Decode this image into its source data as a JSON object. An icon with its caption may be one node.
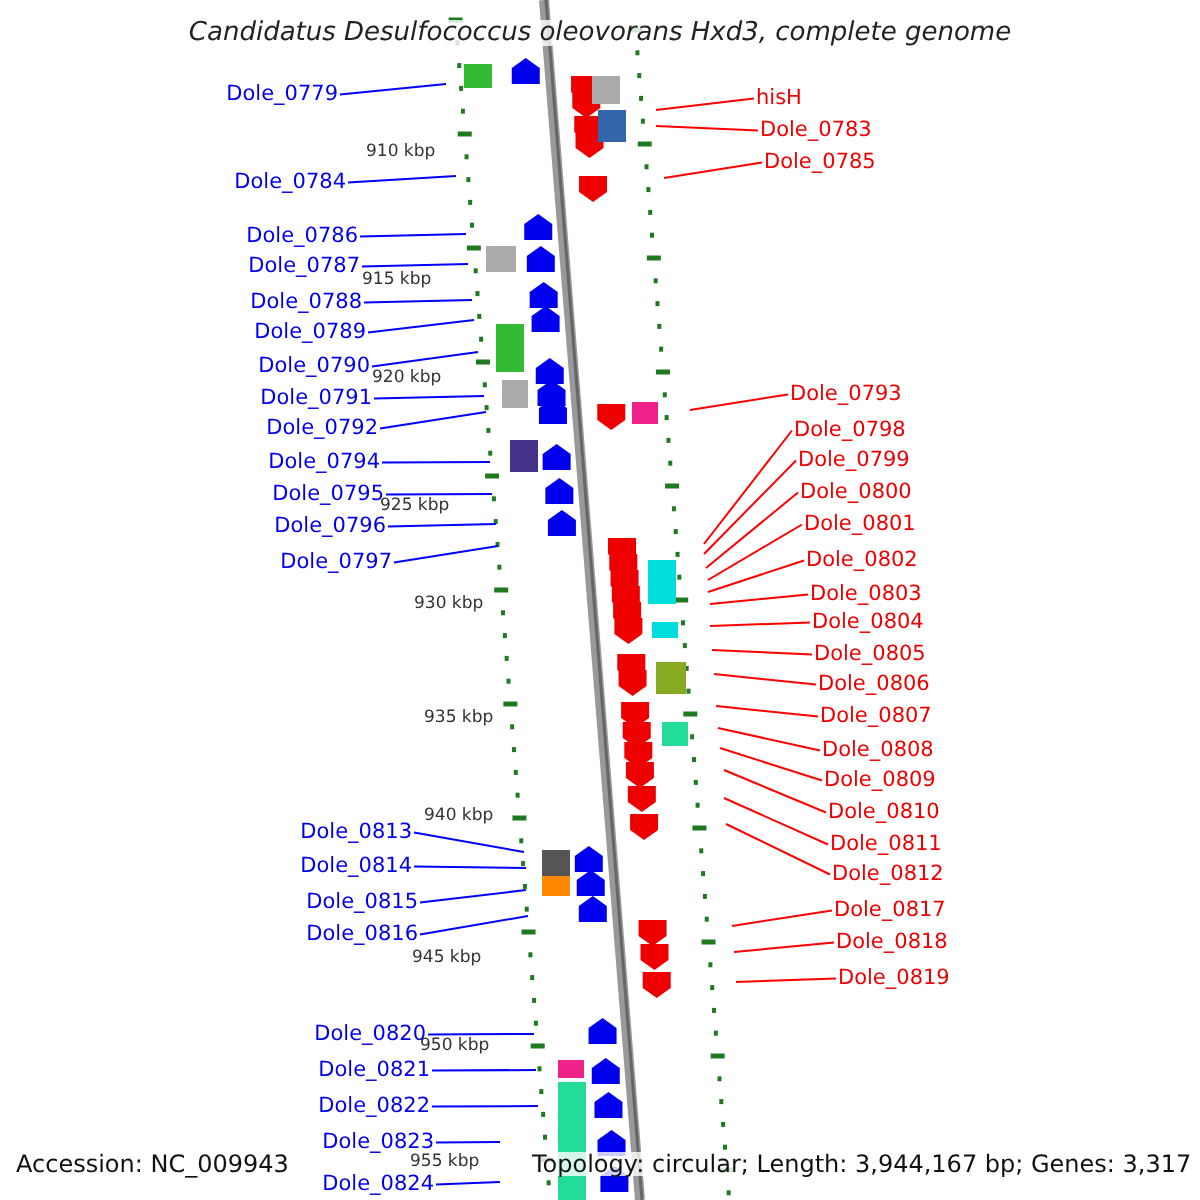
{
  "diagram": {
    "title": "Candidatus Desulfococcus oleovorans Hxd3, complete genome",
    "nodes": [
      {
        "text": [
          "Dole_0779"
        ]
      },
      {
        "text": [
          "Dole_0784"
        ]
      },
      {
        "text": [
          "Dole_0786"
        ]
      },
      {
        "text": [
          "Dole_0787"
        ]
      },
      {
        "text": [
          "Dole_0788"
        ]
      },
      {
        "text": [
          "Dole_0789"
        ]
      },
      {
        "text": [
          "Dole_0790"
        ]
      },
      {
        "text": [
          "Dole_0791"
        ]
      },
      {
        "text": [
          "Dole_0792"
        ]
      },
      {
        "text": [
          "Dole_0794"
        ]
      },
      {
        "text": [
          "Dole_0795"
        ]
      },
      {
        "text": [
          "Dole_0796"
        ]
      },
      {
        "text": [
          "Dole_0797"
        ]
      },
      {
        "text": [
          "Dole_0813"
        ]
      },
      {
        "text": [
          "Dole_0814"
        ]
      },
      {
        "text": [
          "Dole_0815"
        ]
      },
      {
        "text": [
          "Dole_0816"
        ]
      },
      {
        "text": [
          "Dole_0820"
        ]
      },
      {
        "text": [
          "Dole_0821"
        ]
      },
      {
        "text": [
          "Dole_0822"
        ]
      },
      {
        "text": [
          "Dole_0823"
        ]
      },
      {
        "text": [
          "Dole_0824"
        ]
      },
      {
        "text": [
          "hisH"
        ]
      },
      {
        "text": [
          "Dole_0783"
        ]
      },
      {
        "text": [
          "Dole_0785"
        ]
      },
      {
        "text": [
          "Dole_0793"
        ]
      },
      {
        "text": [
          "Dole_0798"
        ]
      },
      {
        "text": [
          "Dole_0799"
        ]
      },
      {
        "text": [
          "Dole_0800"
        ]
      },
      {
        "text": [
          "Dole_0801"
        ]
      },
      {
        "text": [
          "Dole_0802"
        ]
      },
      {
        "text": [
          "Dole_0803"
        ]
      },
      {
        "text": [
          "Dole_0804"
        ]
      },
      {
        "text": [
          "Dole_0805"
        ]
      },
      {
        "text": [
          "Dole_0806"
        ]
      },
      {
        "text": [
          "Dole_0807"
        ]
      },
      {
        "text": [
          "Dole_0808"
        ]
      },
      {
        "text": [
          "Dole_0809"
        ]
      },
      {
        "text": [
          "Dole_0810"
        ]
      },
      {
        "text": [
          "Dole_0811"
        ]
      },
      {
        "text": [
          "Dole_0812"
        ]
      },
      {
        "text": [
          "Dole_0817"
        ]
      },
      {
        "text": [
          "Dole_0818"
        ]
      },
      {
        "text": [
          "Dole_0819"
        ]
      }
    ],
    "edges": [
      {
        "from": 0,
        "to": null,
        "arrow": "none",
        "color": "#0000ff"
      },
      {
        "from": 1,
        "to": null,
        "arrow": "none",
        "color": "#0000ff"
      },
      {
        "from": 2,
        "to": null,
        "arrow": "none",
        "color": "#0000ff"
      },
      {
        "from": 3,
        "to": null,
        "arrow": "none",
        "color": "#0000ff"
      },
      {
        "from": 4,
        "to": null,
        "arrow": "none",
        "color": "#0000ff"
      },
      {
        "from": 5,
        "to": null,
        "arrow": "none",
        "color": "#0000ff"
      },
      {
        "from": 6,
        "to": null,
        "arrow": "none",
        "color": "#0000ff"
      },
      {
        "from": 7,
        "to": null,
        "arrow": "none",
        "color": "#0000ff"
      },
      {
        "from": 8,
        "to": null,
        "arrow": "none",
        "color": "#0000ff"
      },
      {
        "from": 9,
        "to": null,
        "arrow": "none",
        "color": "#0000ff"
      },
      {
        "from": 10,
        "to": null,
        "arrow": "none",
        "color": "#0000ff"
      },
      {
        "from": 11,
        "to": null,
        "arrow": "none",
        "color": "#0000ff"
      },
      {
        "from": 12,
        "to": null,
        "arrow": "none",
        "color": "#0000ff"
      },
      {
        "from": 13,
        "to": null,
        "arrow": "none",
        "color": "#0000ff"
      },
      {
        "from": 14,
        "to": null,
        "arrow": "none",
        "color": "#0000ff"
      },
      {
        "from": 15,
        "to": null,
        "arrow": "none",
        "color": "#0000ff"
      },
      {
        "from": 16,
        "to": null,
        "arrow": "none",
        "color": "#0000ff"
      },
      {
        "from": 17,
        "to": null,
        "arrow": "none",
        "color": "#0000ff"
      },
      {
        "from": 18,
        "to": null,
        "arrow": "none",
        "color": "#0000ff"
      },
      {
        "from": 19,
        "to": null,
        "arrow": "none",
        "color": "#0000ff"
      },
      {
        "from": 20,
        "to": null,
        "arrow": "none",
        "color": "#0000ff"
      },
      {
        "from": 21,
        "to": null,
        "arrow": "none",
        "color": "#0000ff"
      },
      {
        "from": 22,
        "to": null,
        "arrow": "none",
        "color": "#ff0000"
      },
      {
        "from": 23,
        "to": null,
        "arrow": "none",
        "color": "#ff0000"
      },
      {
        "from": 24,
        "to": null,
        "arrow": "none",
        "color": "#ff0000"
      },
      {
        "from": 25,
        "to": null,
        "arrow": "none",
        "color": "#ff0000"
      },
      {
        "from": 26,
        "to": null,
        "arrow": "none",
        "color": "#ff0000"
      },
      {
        "from": 27,
        "to": null,
        "arrow": "none",
        "color": "#ff0000"
      },
      {
        "from": 28,
        "to": null,
        "arrow": "none",
        "color": "#ff0000"
      },
      {
        "from": 29,
        "to": null,
        "arrow": "none",
        "color": "#ff0000"
      },
      {
        "from": 30,
        "to": null,
        "arrow": "none",
        "color": "#ff0000"
      },
      {
        "from": 31,
        "to": null,
        "arrow": "none",
        "color": "#ff0000"
      },
      {
        "from": 32,
        "to": null,
        "arrow": "none",
        "color": "#ff0000"
      },
      {
        "from": 33,
        "to": null,
        "arrow": "none",
        "color": "#ff0000"
      },
      {
        "from": 34,
        "to": null,
        "arrow": "none",
        "color": "#ff0000"
      },
      {
        "from": 35,
        "to": null,
        "arrow": "none",
        "color": "#ff0000"
      },
      {
        "from": 36,
        "to": null,
        "arrow": "none",
        "color": "#ff0000"
      },
      {
        "from": 37,
        "to": null,
        "arrow": "none",
        "color": "#ff0000"
      },
      {
        "from": 38,
        "to": null,
        "arrow": "none",
        "color": "#ff0000"
      },
      {
        "from": 39,
        "to": null,
        "arrow": "none",
        "color": "#ff0000"
      },
      {
        "from": 40,
        "to": null,
        "arrow": "none",
        "color": "#ff0000"
      },
      {
        "from": 41,
        "to": null,
        "arrow": "none",
        "color": "#ff0000"
      },
      {
        "from": 42,
        "to": null,
        "arrow": "none",
        "color": "#ff0000"
      },
      {
        "from": 43,
        "to": null,
        "arrow": "none",
        "color": "#ff0000"
      }
    ],
    "labels": [
      "910 kbp",
      "915 kbp",
      "920 kbp",
      "925 kbp",
      "930 kbp",
      "935 kbp",
      "940 kbp",
      "945 kbp",
      "950 kbp",
      "Accession: NC_009943",
      "Topology: circular; Length: 3,944,167 bp; Genes: 3,317",
      "955 kbp"
    ]
  }
}
